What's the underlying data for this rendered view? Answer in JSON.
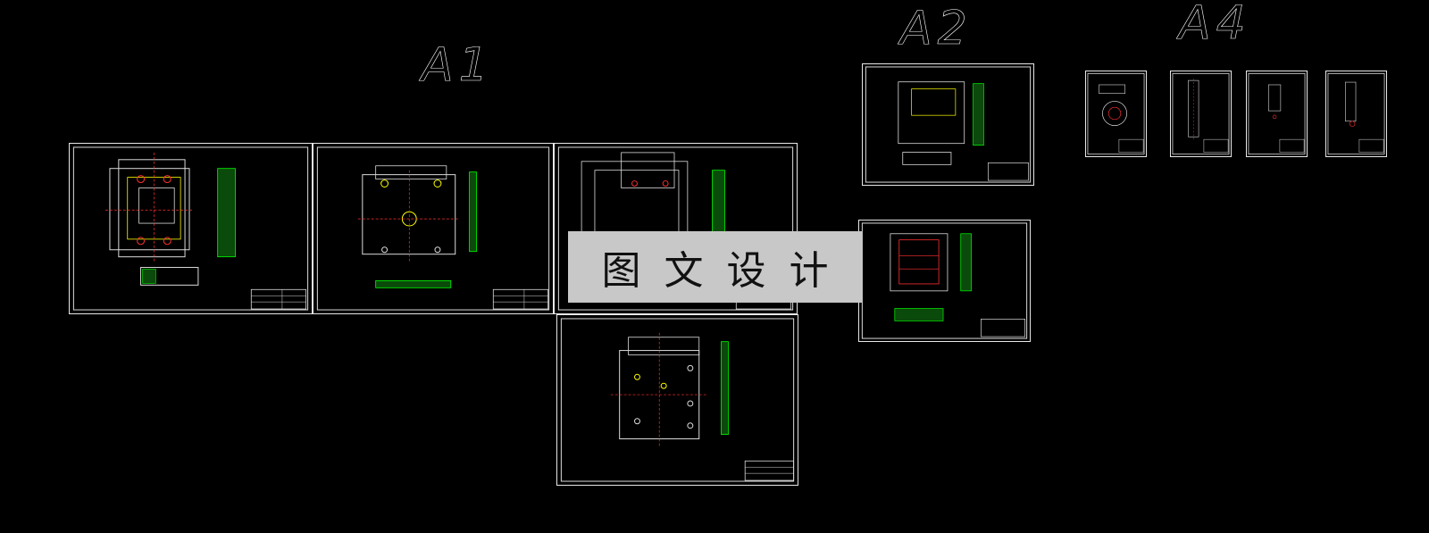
{
  "canvas": {
    "background": "#000000",
    "line_color": "#e8e8e8",
    "accent_colors": [
      "#ffff00",
      "#00ff00",
      "#ff3030",
      "#00ffff"
    ]
  },
  "group_labels": {
    "a1": "A1",
    "a2": "A2",
    "a4": "A4"
  },
  "watermark": {
    "text": "图文设计"
  },
  "sheets": {
    "a1": [
      "a1-sheet-1",
      "a1-sheet-2",
      "a1-sheet-3",
      "a1-sheet-4"
    ],
    "a2": [
      "a2-sheet-1",
      "a2-sheet-2"
    ],
    "a4": [
      "a4-sheet-1",
      "a4-sheet-2",
      "a4-sheet-3",
      "a4-sheet-4"
    ]
  }
}
